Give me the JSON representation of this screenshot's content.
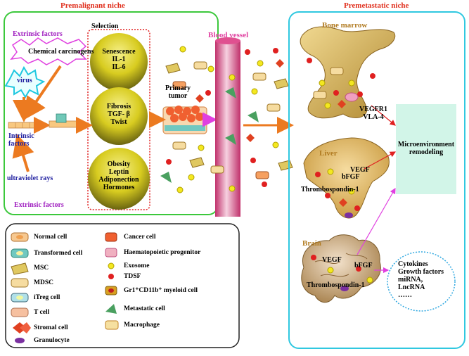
{
  "left": {
    "title": "Premalignant niche",
    "extrinsic_top": "Extrinsic factors",
    "chemical": "Chemical carcinogens",
    "virus": "virus",
    "intrinsic": "Intrinsic\nfactors",
    "uv": "ultraviolet rays",
    "extrinsic_bottom": "Extrinsic factors",
    "selection": "Selection",
    "circles": [
      "Senescence\nIL-1\nIL-6",
      "Fibrosis\nTGF- β\nTwist",
      "Obesity\nLeptin\nAdiponection\nHormones"
    ]
  },
  "middle": {
    "primary_tumor": "Primary\ntumor",
    "blood_vessel": "Blood vessel"
  },
  "right": {
    "title": "Premetastatic niche",
    "bone_marrow": "Bone marrow",
    "bone_labels": "VEGFR1\nVLA-4",
    "liver": "Liver",
    "liver_vegf": "VEGF",
    "liver_bfgf": "bFGF",
    "liver_thrombo": "Thrombospondin-1",
    "brain": "Brain",
    "brain_vegf": "VEGF",
    "brain_bfgf": "bFGF",
    "brain_thrombo": "Thrombospondin-1",
    "microenv": "Microenvironment\nremodeling",
    "cytokines": "Cytokines\nGrowth factors\nmiRNA,\nLncRNA\n……"
  },
  "legend": {
    "left": [
      "Normal cell",
      "Transformed cell",
      "MSC",
      "MDSC",
      "iTreg cell",
      "T cell",
      "Stromal cell",
      "Granulocyte"
    ],
    "right": [
      "Cancer cell",
      "Haematopoietic progenitor",
      "Exosome",
      "TDSF",
      "Gr1⁺CD11b⁺ myeloid cell",
      "Metastatic cell",
      "Macrophage"
    ]
  },
  "colors": {
    "left_panel_border": "#3cc83c",
    "right_panel_border": "#30c8e0",
    "title_red": "#e0301e",
    "bone": "#c8a040",
    "remodel_fill": "#d2f5e8"
  }
}
